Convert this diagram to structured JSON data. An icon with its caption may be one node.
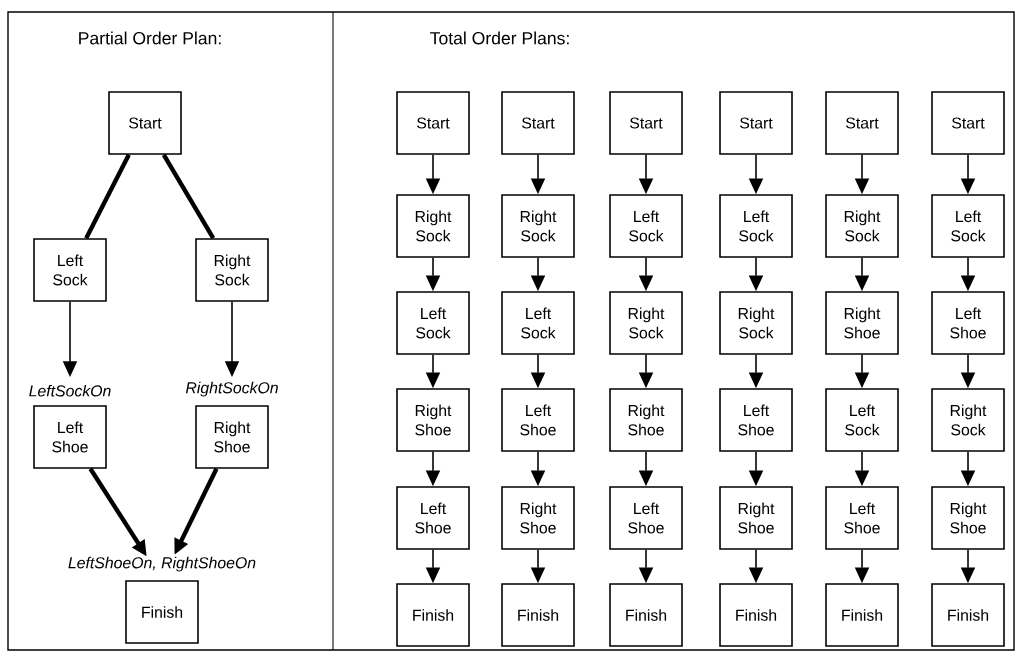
{
  "diagram": {
    "nodes": [
      {
        "text": [
          "Start"
        ]
      },
      {
        "text": [
          "Left Sock"
        ]
      },
      {
        "text": [
          "Right Sock"
        ]
      },
      {
        "text": [
          "Left Shoe"
        ],
        "beside": [
          "LeftSockOn"
        ]
      },
      {
        "text": [
          "Right Shoe"
        ],
        "beside": [
          "RightSockOn"
        ]
      },
      {
        "text": [
          "Finish"
        ],
        "beside": [
          "LeftShoeOn, RightShoeOn"
        ]
      },
      {
        "text": [
          "Start"
        ]
      },
      {
        "text": [
          "Right Sock"
        ]
      },
      {
        "text": [
          "Left Sock"
        ]
      },
      {
        "text": [
          "Right Shoe"
        ]
      },
      {
        "text": [
          "Left Shoe"
        ]
      },
      {
        "text": [
          "Finish"
        ]
      },
      {
        "text": [
          "Start"
        ]
      },
      {
        "text": [
          "Right Sock"
        ]
      },
      {
        "text": [
          "Left Sock"
        ]
      },
      {
        "text": [
          "Left Shoe"
        ]
      },
      {
        "text": [
          "Right Shoe"
        ]
      },
      {
        "text": [
          "Finish"
        ]
      },
      {
        "text": [
          "Start"
        ]
      },
      {
        "text": [
          "Left Sock"
        ]
      },
      {
        "text": [
          "Right Sock"
        ]
      },
      {
        "text": [
          "Right Shoe"
        ]
      },
      {
        "text": [
          "Left Shoe"
        ]
      },
      {
        "text": [
          "Finish"
        ]
      },
      {
        "text": [
          "Start"
        ]
      },
      {
        "text": [
          "Left Sock"
        ]
      },
      {
        "text": [
          "Right Sock"
        ]
      },
      {
        "text": [
          "Left Shoe"
        ]
      },
      {
        "text": [
          "Right Shoe"
        ]
      },
      {
        "text": [
          "Finish"
        ]
      },
      {
        "text": [
          "Start"
        ]
      },
      {
        "text": [
          "Right Sock"
        ]
      },
      {
        "text": [
          "Right Shoe"
        ]
      },
      {
        "text": [
          "Left Sock"
        ]
      },
      {
        "text": [
          "Left Shoe"
        ]
      },
      {
        "text": [
          "Finish"
        ]
      },
      {
        "text": [
          "Start"
        ]
      },
      {
        "text": [
          "Left Sock"
        ]
      },
      {
        "text": [
          "Left Shoe"
        ]
      },
      {
        "text": [
          "Right Sock"
        ]
      },
      {
        "text": [
          "Right Shoe"
        ]
      },
      {
        "text": [
          "Finish"
        ]
      }
    ],
    "edges": [
      {
        "from": 0,
        "to": 1,
        "arrow": "none",
        "style": "thick"
      },
      {
        "from": 0,
        "to": 2,
        "arrow": "none",
        "style": "thick"
      },
      {
        "from": 1,
        "to": 3,
        "arrow": "to"
      },
      {
        "from": 2,
        "to": 4,
        "arrow": "to"
      },
      {
        "from": 3,
        "to": 5,
        "arrow": "to",
        "style": "thick"
      },
      {
        "from": 4,
        "to": 5,
        "arrow": "to",
        "style": "thick"
      },
      {
        "from": 6,
        "to": 7,
        "arrow": "to"
      },
      {
        "from": 7,
        "to": 8,
        "arrow": "to"
      },
      {
        "from": 8,
        "to": 9,
        "arrow": "to"
      },
      {
        "from": 9,
        "to": 10,
        "arrow": "to"
      },
      {
        "from": 10,
        "to": 11,
        "arrow": "to"
      },
      {
        "from": 12,
        "to": 13,
        "arrow": "to"
      },
      {
        "from": 13,
        "to": 14,
        "arrow": "to"
      },
      {
        "from": 14,
        "to": 15,
        "arrow": "to"
      },
      {
        "from": 15,
        "to": 16,
        "arrow": "to"
      },
      {
        "from": 16,
        "to": 17,
        "arrow": "to"
      },
      {
        "from": 18,
        "to": 19,
        "arrow": "to"
      },
      {
        "from": 19,
        "to": 20,
        "arrow": "to"
      },
      {
        "from": 20,
        "to": 21,
        "arrow": "to"
      },
      {
        "from": 21,
        "to": 22,
        "arrow": "to"
      },
      {
        "from": 22,
        "to": 23,
        "arrow": "to"
      },
      {
        "from": 24,
        "to": 25,
        "arrow": "to"
      },
      {
        "from": 25,
        "to": 26,
        "arrow": "to"
      },
      {
        "from": 26,
        "to": 27,
        "arrow": "to"
      },
      {
        "from": 27,
        "to": 28,
        "arrow": "to"
      },
      {
        "from": 28,
        "to": 29,
        "arrow": "to"
      },
      {
        "from": 30,
        "to": 31,
        "arrow": "to"
      },
      {
        "from": 31,
        "to": 32,
        "arrow": "to"
      },
      {
        "from": 32,
        "to": 33,
        "arrow": "to"
      },
      {
        "from": 33,
        "to": 34,
        "arrow": "to"
      },
      {
        "from": 34,
        "to": 35,
        "arrow": "to"
      },
      {
        "from": 36,
        "to": 37,
        "arrow": "to"
      },
      {
        "from": 37,
        "to": 38,
        "arrow": "to"
      },
      {
        "from": 38,
        "to": 39,
        "arrow": "to"
      },
      {
        "from": 39,
        "to": 40,
        "arrow": "to"
      },
      {
        "from": 40,
        "to": 41,
        "arrow": "to"
      }
    ],
    "labels": [
      "Partial Order Plan:",
      "Total Order Plans:"
    ]
  }
}
